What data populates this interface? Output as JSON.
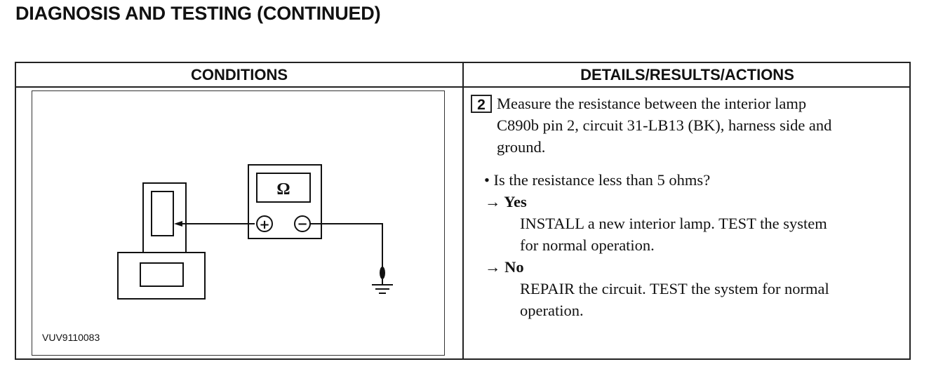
{
  "page": {
    "title": "DIAGNOSIS AND TESTING (CONTINUED)"
  },
  "table": {
    "headers": {
      "conditions": "CONDITIONS",
      "details": "DETAILS/RESULTS/ACTIONS"
    },
    "figure": {
      "meter_symbol": "Ω",
      "plus_symbol": "+",
      "minus_symbol": "−",
      "figure_id": "VUV9110083"
    },
    "step": {
      "number": "2",
      "instruction_line1": "Measure the resistance between the interior lamp",
      "instruction_line2": "C890b pin 2, circuit 31-LB13 (BK), harness side and",
      "instruction_line3": "ground.",
      "question": "• Is the resistance less than 5 ohms?",
      "yes_label": "→ Yes",
      "yes_action_line1": "INSTALL a new interior lamp. TEST the system",
      "yes_action_line2": "for normal operation.",
      "no_label": "→ No",
      "no_action_line1": "REPAIR the circuit. TEST the system for normal",
      "no_action_line2": "operation."
    }
  }
}
